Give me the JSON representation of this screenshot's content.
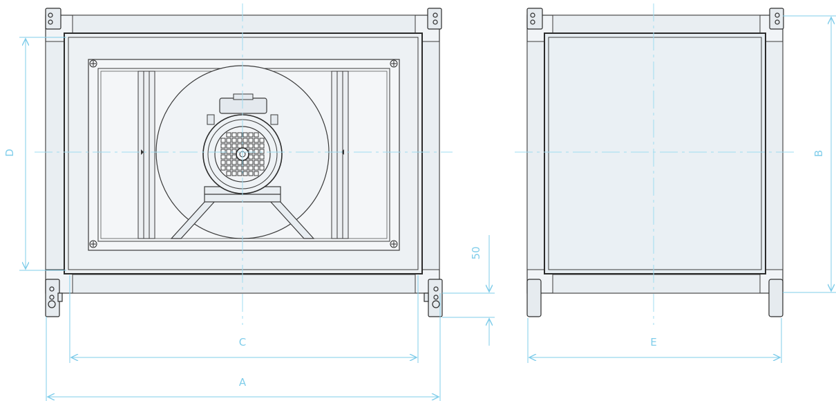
{
  "labels": {
    "a": "A",
    "b": "B",
    "c": "C",
    "d": "D",
    "e": "E",
    "foot_height": "50"
  },
  "colors": {
    "outline": "#3a3a3a",
    "panel_fill": "#eef2f5",
    "dimension": "#7fcdea",
    "centerline": "#9fdcf0"
  }
}
